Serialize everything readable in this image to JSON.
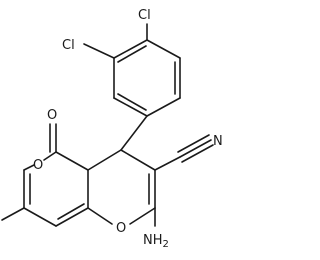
{
  "molecule": {
    "atoms": {
      "cl_top": "Cl",
      "cl_left": "Cl",
      "n_nitrile": "N",
      "o_carbonyl": "O",
      "o_lactone": "O",
      "o_pyran": "O",
      "amino": "NH",
      "amino_sub": "2"
    }
  }
}
